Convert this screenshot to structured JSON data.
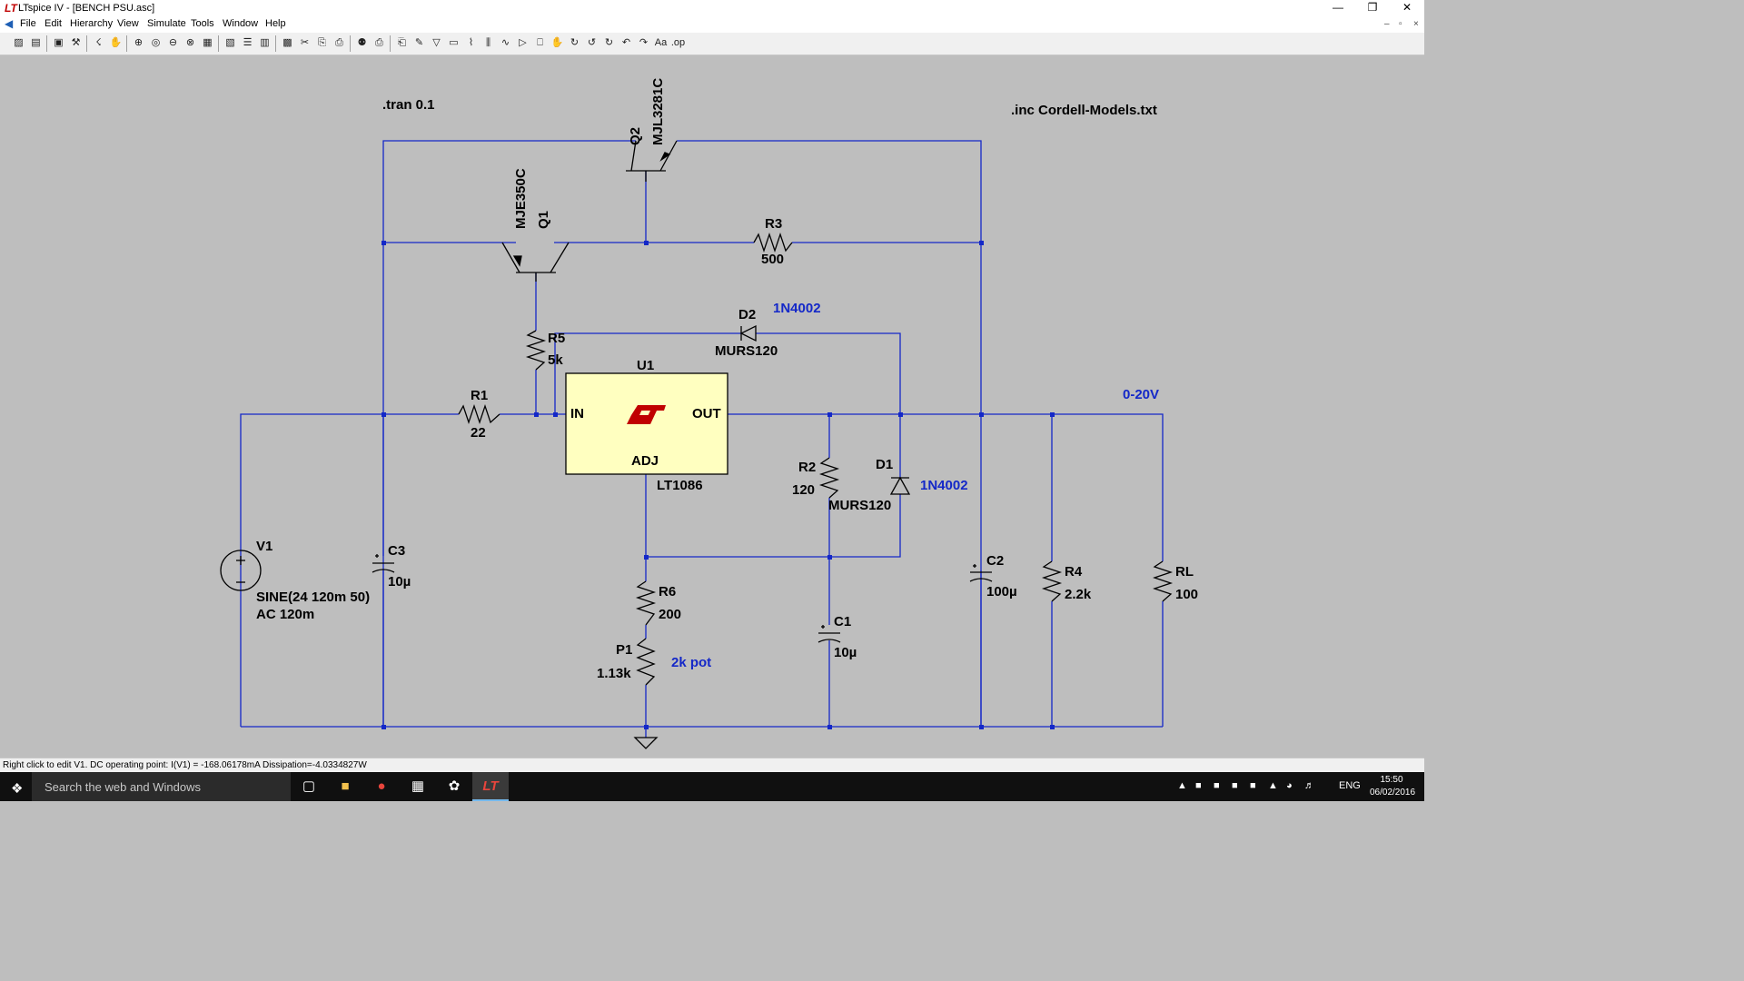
{
  "window": {
    "title": "LTspice IV - [BENCH PSU.asc]"
  },
  "menu": [
    "File",
    "Edit",
    "Hierarchy",
    "View",
    "Simulate",
    "Tools",
    "Window",
    "Help"
  ],
  "toolbar_icons": [
    "new-schematic-icon",
    "open-icon",
    "save-icon",
    "control-panel-icon",
    "run-icon",
    "halt-icon",
    "zoom-in-icon",
    "zoom-area-icon",
    "zoom-out-icon",
    "zoom-fit-icon",
    "autorange-icon",
    "grid-icon",
    "tile-horizontal-icon",
    "tile-vertical-icon",
    "cascade-icon",
    "cut-icon",
    "copy-icon",
    "paste-icon",
    "find-icon",
    "print-setup-icon",
    "print-icon",
    "wire-icon",
    "ground-icon",
    "label-net-icon",
    "resistor-icon",
    "capacitor-icon",
    "inductor-icon",
    "diode-icon",
    "component-icon",
    "rotate-icon",
    "mirror-icon",
    "drag-icon",
    "move-icon",
    "undo-icon",
    "redo-icon",
    "text-icon",
    "spice-directive-icon"
  ],
  "schematic": {
    "directives": {
      "tran": ".tran 0.1",
      "include": ".inc Cordell-Models.txt"
    },
    "components": {
      "Q2": {
        "name": "Q2",
        "value": "MJL3281C"
      },
      "Q1": {
        "name": "Q1",
        "value": "MJE350C"
      },
      "R3": {
        "name": "R3",
        "value": "500"
      },
      "D2": {
        "name": "D2",
        "value": "MURS120",
        "note": "1N4002"
      },
      "R5": {
        "name": "R5",
        "value": "5k"
      },
      "U1": {
        "name": "U1",
        "value": "LT1086",
        "pin_in": "IN",
        "pin_out": "OUT",
        "pin_adj": "ADJ"
      },
      "R1": {
        "name": "R1",
        "value": "22"
      },
      "R2": {
        "name": "R2",
        "value": "120"
      },
      "D1": {
        "name": "D1",
        "value": "MURS120",
        "note": "1N4002"
      },
      "V1": {
        "name": "V1",
        "value": "SINE(24 120m 50)",
        "ac": "AC 120m"
      },
      "C3": {
        "name": "C3",
        "value": "10µ"
      },
      "C2": {
        "name": "C2",
        "value": "100µ"
      },
      "R4": {
        "name": "R4",
        "value": "2.2k"
      },
      "RL": {
        "name": "RL",
        "value": "100"
      },
      "R6": {
        "name": "R6",
        "value": "200"
      },
      "C1": {
        "name": "C1",
        "value": "10µ"
      },
      "P1": {
        "name": "P1",
        "value": "1.13k",
        "note": "2k pot"
      }
    },
    "net_label": "0-20V"
  },
  "status": "Right click to edit V1.  DC operating point: I(V1) = -168.06178mA   Dissipation=-4.0334827W",
  "taskbar": {
    "search_placeholder": "Search the web and Windows",
    "language": "ENG",
    "time": "15:50",
    "date": "06/02/2016"
  },
  "colors": {
    "wire": "#1428c8",
    "canvas": "#bebebe",
    "component": "#000000",
    "ic_fill": "#ffffc0",
    "note_text": "#1428c8",
    "lt_logo": "#c00000"
  }
}
